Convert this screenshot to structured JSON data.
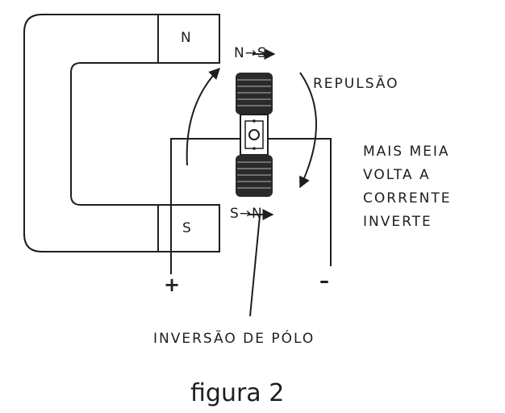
{
  "magnet": {
    "north_label": "N",
    "south_label": "S"
  },
  "labels": {
    "top_arrow": "N→S",
    "bottom_arrow": "S→N",
    "repulsion": "REPULSÃO",
    "current_note": [
      "MAIS MEIA",
      "VOLTA A",
      "CORRENTE",
      "INVERTE"
    ],
    "plus": "+",
    "minus": "–",
    "pole_inversion": "INVERSÃO DE PÓLO",
    "figure_caption": "figura 2"
  },
  "colors": {
    "ink": "#1e1e1e",
    "background": "#ffffff"
  }
}
